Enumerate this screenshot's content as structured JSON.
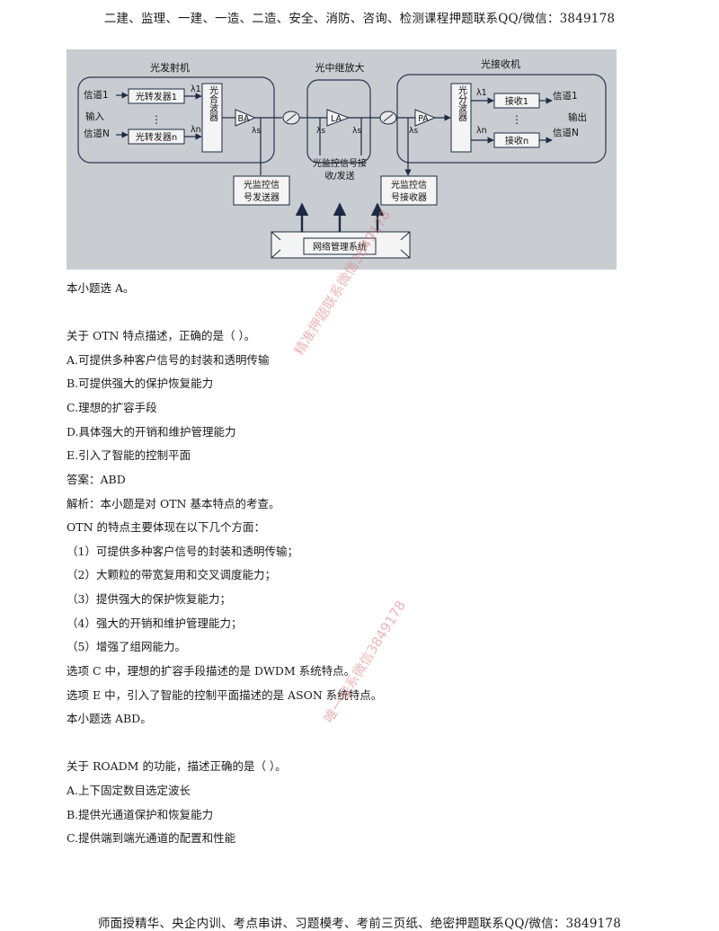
{
  "header": "二建、监理、一建、一造、二造、安全、消防、咨询、检测课程押题联系QQ/微信：3849178",
  "footer": "师面授精华、央企内训、考点串讲、习题模考、考前三页纸、绝密押题联系QQ/微信：3849178",
  "diagram": {
    "tx_title": "光发射机",
    "relay_title": "光中继放大",
    "rx_title": "光接收机",
    "ch1": "信道1",
    "chn": "信道N",
    "input": "输入",
    "output": "输出",
    "tp1": "光转发器1",
    "tpn": "光转发器n",
    "mux": "光合波器",
    "demux": "光分波器",
    "rx1": "接收1",
    "rxn": "接收n",
    "ba": "BA",
    "la": "LA",
    "pa": "PA",
    "l1": "λ1",
    "ln": "λn",
    "ls": "λs",
    "dots": "⋮",
    "osc_tx": "光监控信号发送器",
    "osc_relay": "光监控信号接收/发送",
    "osc_rx": "光监控信号接收器",
    "nms": "网络管理系统"
  },
  "lines": [
    "本小题选 A。",
    "关于 OTN 特点描述，正确的是（    ）。",
    "A.可提供多种客户信号的封装和透明传输",
    "B.可提供强大的保护恢复能力",
    "C.理想的扩容手段",
    "D.具体强大的开销和维护管理能力",
    "E.引入了智能的控制平面",
    "答案：ABD",
    "解析：本小题是对 OTN 基本特点的考查。",
    "OTN 的特点主要体现在以下几个方面：",
    "（1）可提供多种客户信号的封装和透明传输；",
    "（2）大颗粒的带宽复用和交叉调度能力；",
    "（3）提供强大的保护恢复能力；",
    "（4）强大的开销和维护管理能力；",
    "（5）增强了组网能力。",
    "选项 C 中，理想的扩容手段描述的是 DWDM 系统特点。",
    "选项 E 中，引入了智能的控制平面描述的是 ASON 系统特点。",
    "本小题选 ABD。",
    "关于 ROADM 的功能，描述正确的是（    ）。",
    "A.上下固定数目选定波长",
    "B.提供光通道保护和恢复能力",
    "C.提供端到端光通道的配置和性能"
  ],
  "watermarks": {
    "wm1": "精准押题联系微信3849178",
    "wm2": "唯一联系微信3849178"
  }
}
